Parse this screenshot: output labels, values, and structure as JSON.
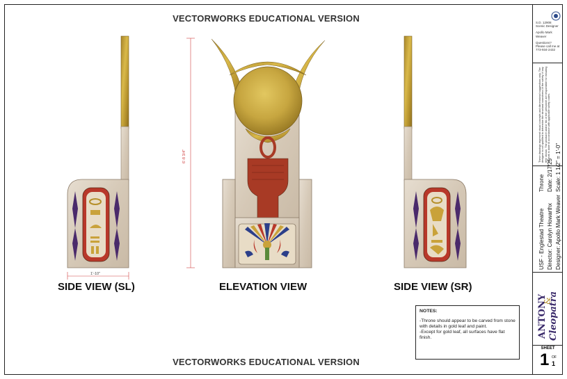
{
  "watermark": {
    "top": "VECTORWORKS EDUCATIONAL VERSION",
    "bottom": "VECTORWORKS EDUCATIONAL VERSION"
  },
  "views": {
    "left": "SIDE VIEW (SL)",
    "center": "ELEVATION VIEW",
    "right": "SIDE VIEW (SR)"
  },
  "dimensions": {
    "height": "6'-8 3/4\"",
    "width": "1'-10\""
  },
  "notes": {
    "title": "NOTES:",
    "line1": "-Throne should appear to be carved from stone with details in gold leaf and paint.",
    "line2": "-Except for gold leaf, all surfaces have flat finish."
  },
  "title_block": {
    "designer_id": "S.D. 12908",
    "designer_role": "Scenic Designer",
    "designer_name_1": "Apollo Mark",
    "designer_name_2": "Weaver",
    "questions_1": "Questions?",
    "questions_2": "Please call me at",
    "phone": "773-934-2432",
    "disclaimer": "These drawings represent visual concepts and dimensional suggestions only. The designer is not qualified to determine the structural soundness or the safety of any item shown. The producer and/or his or her personnel are responsible for ensuring all work is done in accordance with applicable safety codes.",
    "item": "Throne",
    "theatre": "USF - Englestad Theatre",
    "date": "Date: 2/17/25",
    "director": "Director: Carolyn Howarthx",
    "scale": "Scale: 1 1/2\" = 1'-0\"",
    "designer": "Designer: Apollo Mark Weaver",
    "show_logo_1": "ANTONY",
    "show_logo_amp": "&",
    "show_logo_2": "Cleopatra",
    "sheet_label": "SHEET",
    "sheet_number": "1",
    "sheet_of": "OF",
    "sheet_total": "1"
  }
}
